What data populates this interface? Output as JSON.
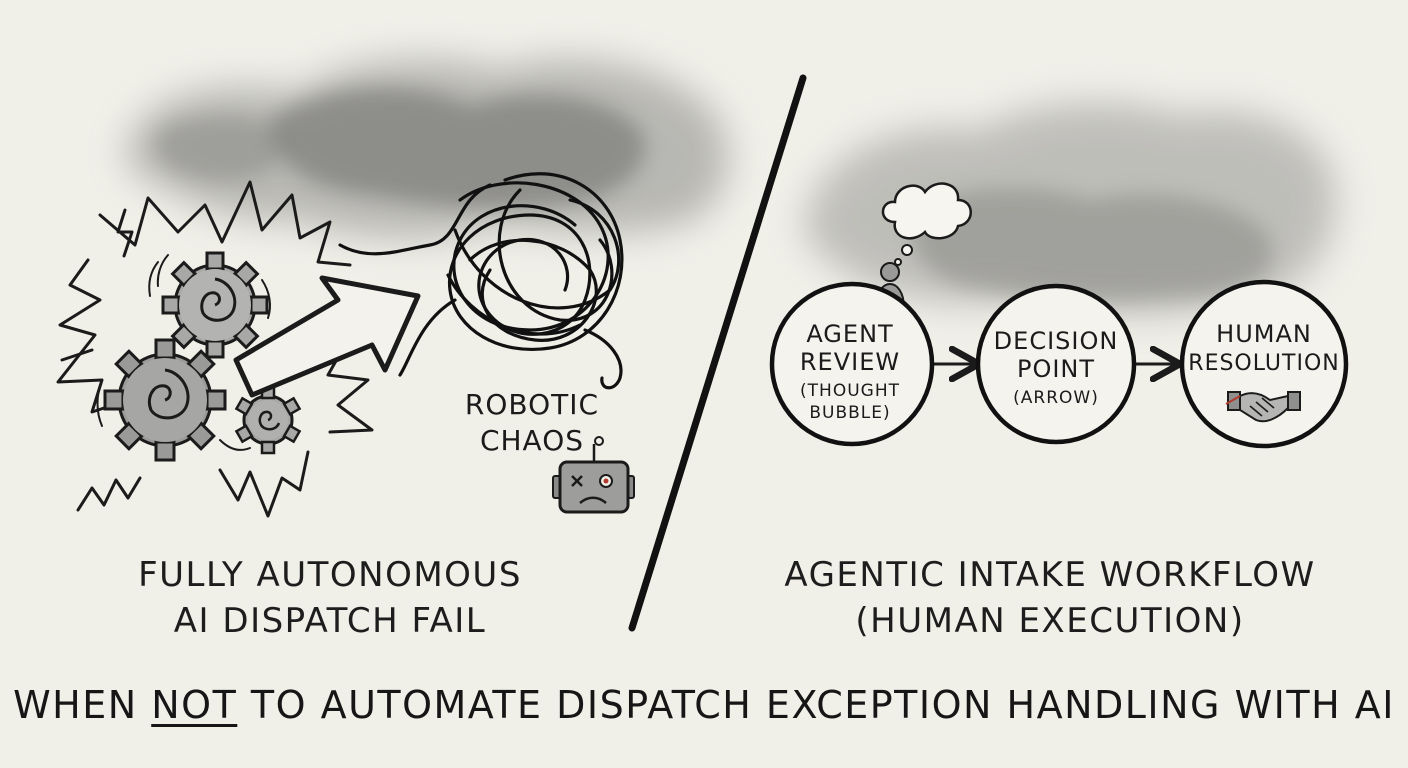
{
  "left_panel": {
    "label_line1": "ROBOTIC",
    "label_line2": "CHAOS",
    "caption_line1": "FULLY AUTONOMOUS",
    "caption_line2": "AI DISPATCH FAIL",
    "icons": [
      "explosion-icon",
      "gear-icon",
      "arrow-icon",
      "scribble-chaos-icon",
      "sad-robot-icon",
      "cloud-wash-icon"
    ]
  },
  "right_panel": {
    "nodes": [
      {
        "lines": [
          "AGENT",
          "REVIEW",
          "(THOUGHT",
          "BUBBLE)"
        ]
      },
      {
        "lines": [
          "DECISION",
          "POINT",
          "(ARROW)"
        ]
      },
      {
        "lines": [
          "HUMAN",
          "RESOLUTION"
        ]
      }
    ],
    "caption_line1": "AGENTIC INTAKE WORKFLOW",
    "caption_line2": "(HUMAN EXECUTION)",
    "icons": [
      "person-icon",
      "thought-bubble-icon",
      "handshake-icon",
      "cloud-wash-icon"
    ]
  },
  "headline": {
    "before": "WHEN ",
    "emphasis": "NOT",
    "after": " TO AUTOMATE DISPATCH EXCEPTION HANDLING WITH AI"
  }
}
